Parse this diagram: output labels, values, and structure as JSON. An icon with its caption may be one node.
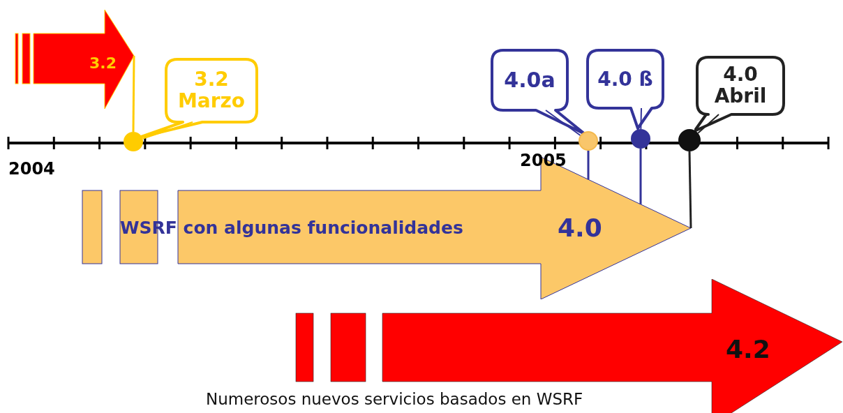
{
  "diagram": {
    "nodes": [
      {
        "text": [
          "3.2"
        ]
      },
      {
        "text": [
          "3.2 Marzo"
        ]
      },
      {
        "text": [],
        "shape": "circle"
      },
      {
        "text": [
          "4.0a"
        ]
      },
      {
        "text": [],
        "shape": "circle"
      },
      {
        "text": [
          "4.0 ß"
        ]
      },
      {
        "text": [],
        "shape": "circle"
      },
      {
        "text": [
          "4.0 Abril"
        ]
      },
      {
        "text": [],
        "shape": "circle"
      },
      {
        "text": [
          "WSRF con algunas funcionalidades",
          "4.0"
        ]
      },
      {
        "text": [
          "4.2"
        ],
        "beside": [
          "Numerosos nuevos servicios basados en WSRF"
        ]
      }
    ],
    "edges": [
      {
        "from": 0,
        "to": 2,
        "arrow": "none",
        "color": "#ffcc00"
      },
      {
        "from": 1,
        "to": 2,
        "arrow": "none",
        "color": "#ffcc00"
      },
      {
        "from": 3,
        "to": 4,
        "arrow": "none",
        "color": "#333399"
      },
      {
        "from": 5,
        "to": 6,
        "arrow": "none",
        "color": "#333399"
      },
      {
        "from": 7,
        "to": 8,
        "arrow": "none",
        "color": "#222222"
      },
      {
        "from": 4,
        "to": 9,
        "arrow": "none",
        "color": "#333399"
      },
      {
        "from": 6,
        "to": 9,
        "arrow": "none",
        "color": "#333399"
      },
      {
        "from": 8,
        "to": 9,
        "arrow": "none",
        "color": "#222222"
      }
    ],
    "labels": [
      "2004",
      "2005"
    ]
  }
}
